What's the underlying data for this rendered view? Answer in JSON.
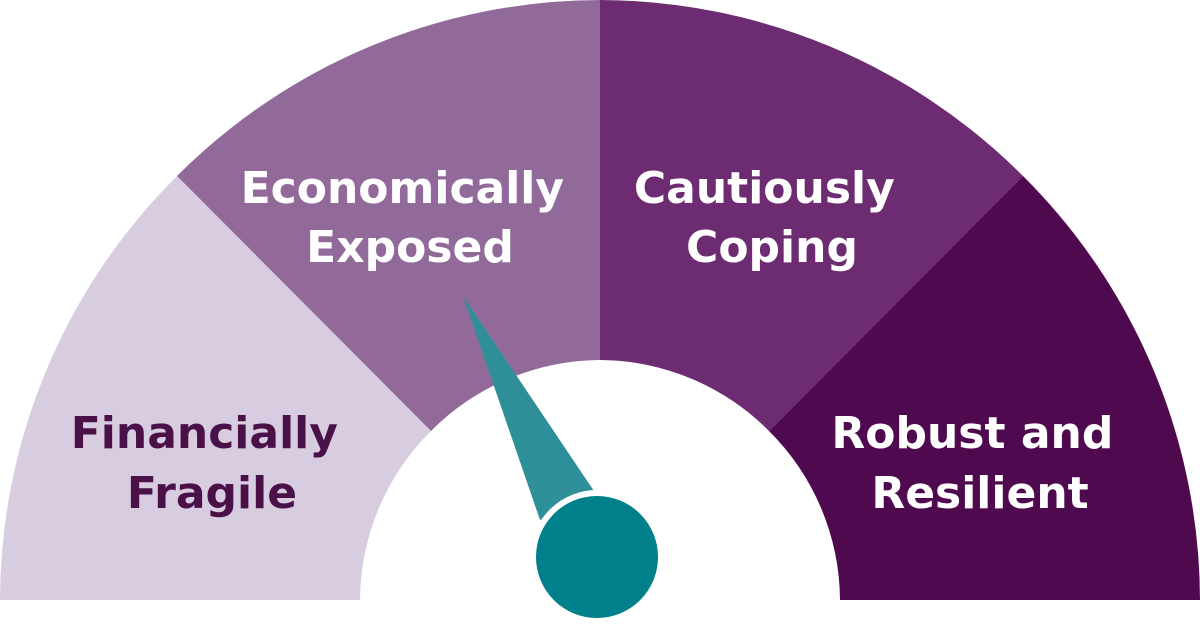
{
  "gauge": {
    "segments": [
      {
        "line1": "Financially",
        "line2": "Fragile",
        "fill": "#d8cce0",
        "text_color": "#4a1148"
      },
      {
        "line1": "Economically",
        "line2": "Exposed",
        "fill": "#916a9a",
        "text_color": "#ffffff"
      },
      {
        "line1": "Cautiously",
        "line2": "Coping",
        "fill": "#6d2b72",
        "text_color": "#ffffff"
      },
      {
        "line1": "Robust and",
        "line2": "Resilient",
        "fill": "#4f0a4f",
        "text_color": "#ffffff"
      }
    ],
    "needle_color": "#2e8f98",
    "hub_color": "#00808a"
  }
}
